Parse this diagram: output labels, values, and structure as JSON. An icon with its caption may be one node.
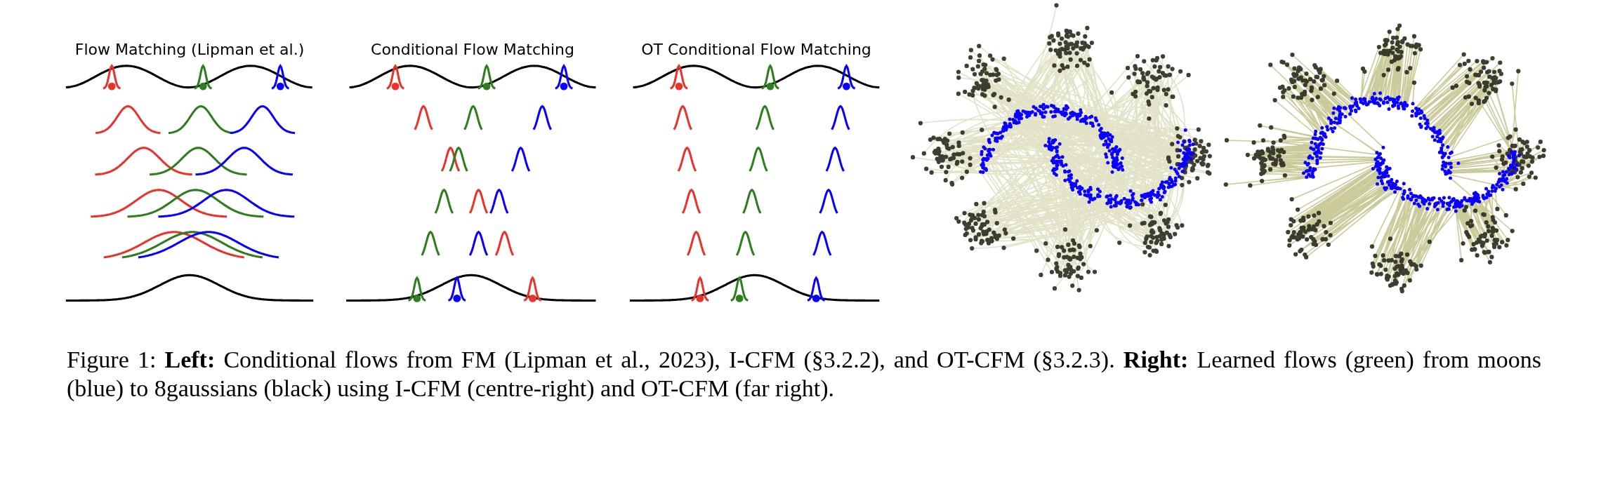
{
  "diagram": {
    "caption": "Figure 1: **Left:** Conditional flows from FM (Lipman et al., 2023), I-CFM (§3.2.2), and OT-CFM (§3.2.3). **Right:** Learned flows (green) from moons (blue) to 8gaussians (black) using I-CFM (centre-right) and OT-CFM (far right).",
    "labels": [
      "Flow Matching (Lipman et al.)",
      "Conditional Flow Matching",
      "OT Conditional Flow Matching"
    ]
  }
}
